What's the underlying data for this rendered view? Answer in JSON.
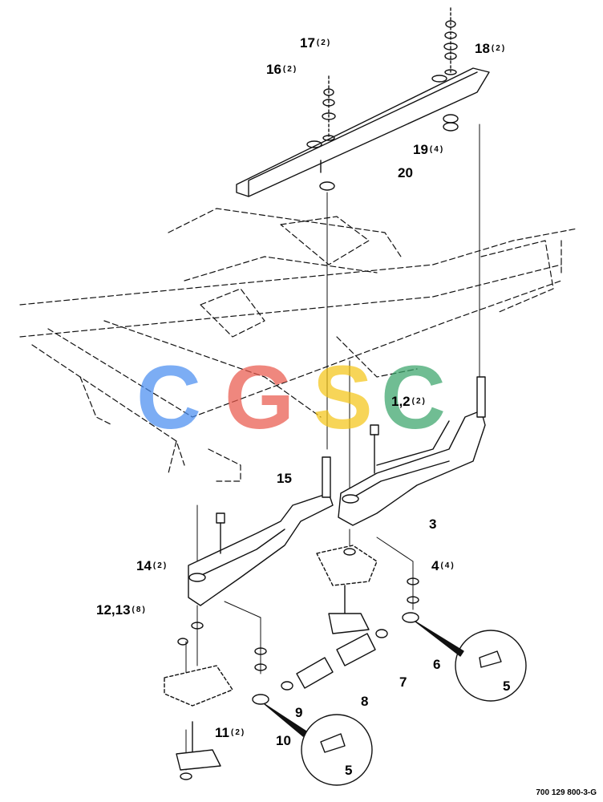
{
  "figure_id": "700 129 800-3-G",
  "watermark": {
    "letters": [
      "C",
      "G",
      "S",
      "C"
    ],
    "colors": [
      "#4a8ef0",
      "#ea5a4d",
      "#f5c518",
      "#3aa56a"
    ]
  },
  "callouts": [
    {
      "num": "17",
      "qty": "(2)"
    },
    {
      "num": "16",
      "qty": "(2)"
    },
    {
      "num": "18",
      "qty": "(2)"
    },
    {
      "num": "19",
      "qty": "(4)"
    },
    {
      "num": "20",
      "qty": ""
    },
    {
      "num": "1,2",
      "qty": "(2)"
    },
    {
      "num": "15",
      "qty": ""
    },
    {
      "num": "3",
      "qty": ""
    },
    {
      "num": "14",
      "qty": "(2)"
    },
    {
      "num": "4",
      "qty": "(4)"
    },
    {
      "num": "12,13",
      "qty": "(8)"
    },
    {
      "num": "6",
      "qty": ""
    },
    {
      "num": "7",
      "qty": ""
    },
    {
      "num": "5",
      "qty": ""
    },
    {
      "num": "8",
      "qty": ""
    },
    {
      "num": "9",
      "qty": ""
    },
    {
      "num": "10",
      "qty": ""
    },
    {
      "num": "11",
      "qty": "(2)"
    },
    {
      "num": "5",
      "qty": ""
    }
  ]
}
